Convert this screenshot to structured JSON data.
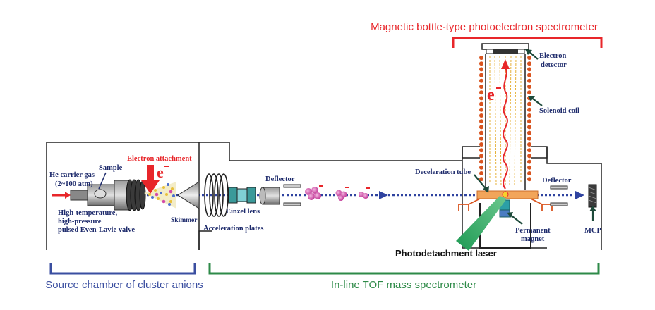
{
  "sections": {
    "spectrometer_title": "Magnetic bottle-type photoelectron spectrometer",
    "source_chamber": "Source chamber of cluster anions",
    "tof": "In-line TOF mass spectrometer"
  },
  "labels": {
    "electron_detector": [
      "Electron",
      "detector"
    ],
    "solenoid_coil": "Solenoid coil",
    "electron_attachment": "Electron attachment",
    "e_minus": "e",
    "sample": "Sample",
    "he_carrier": [
      "He carrier gas",
      "(2~100 atm)"
    ],
    "valve": [
      "High-temperature,",
      "high-pressure",
      "pulsed Even-Lavie valve"
    ],
    "skimmer": "Skimmer",
    "acceleration_plates": "Acceleration  plates",
    "einzel_lens": "Einzel lens",
    "deflector_left": "Deflector",
    "deflector_right": "Deflector",
    "deceleration_tube": "Deceleration tube",
    "permanent_magnet": [
      "Permanent",
      "magnet"
    ],
    "mcp": "MCP",
    "laser": "Photodetachment laser"
  },
  "colors": {
    "red": "#e8262a",
    "blue": "#3a4ea0",
    "green": "#2e8a48",
    "navy": "#1d2a6b",
    "coil": "#d9541f",
    "laser": "#1e9a54",
    "cluster": "#d44aa8"
  }
}
